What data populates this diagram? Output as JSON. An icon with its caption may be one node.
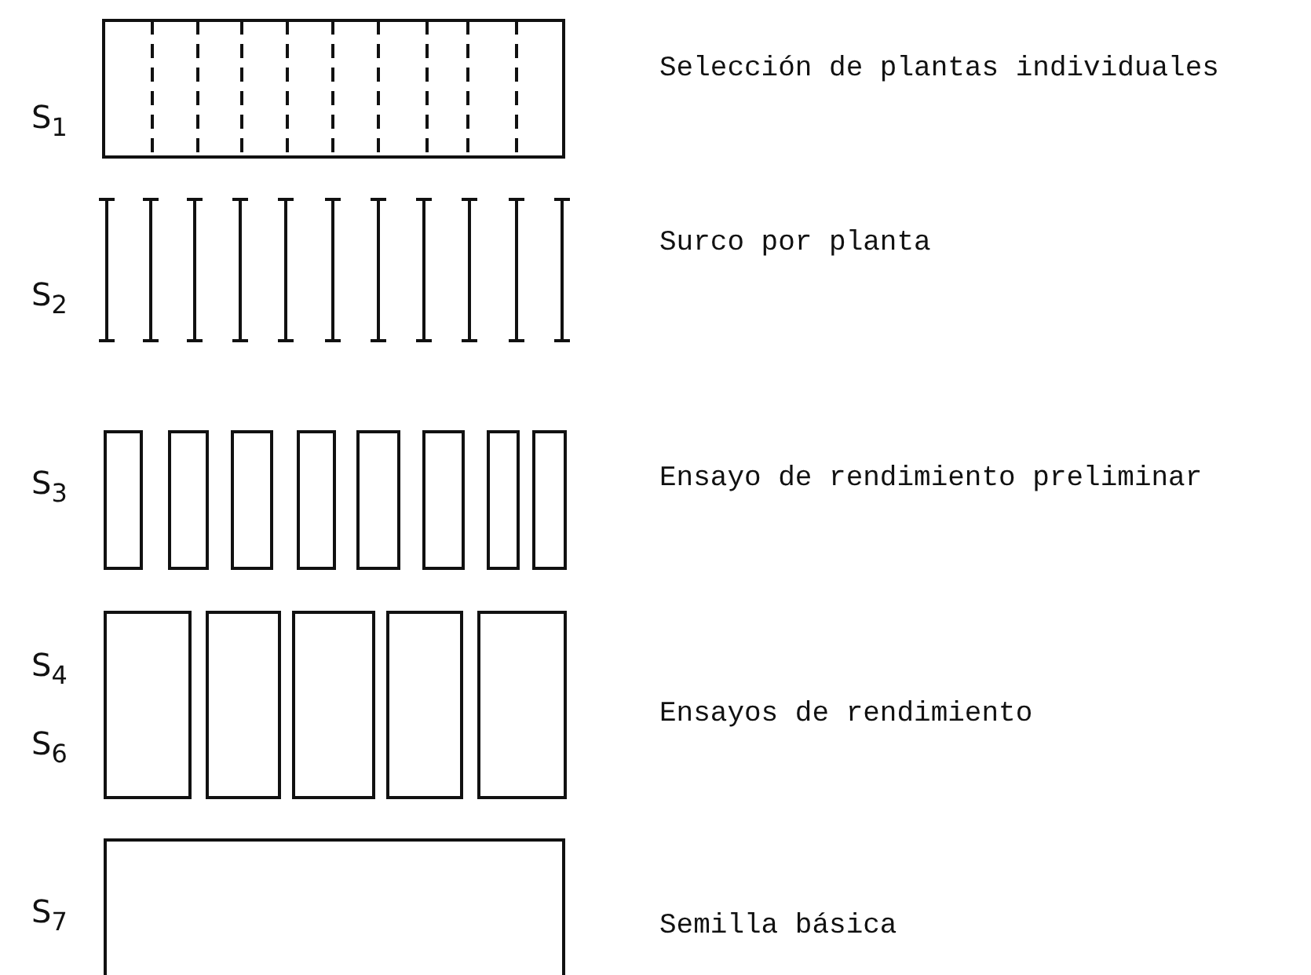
{
  "diagram": {
    "labels": [
      "S$_{1}$",
      "Selección de plantas individuales",
      "S$_{2}$",
      "Surco por planta",
      "S$_{3}$",
      "Ensayo de rendimiento preliminar",
      "S$_{4}$",
      "S$_{6}$",
      "Ensayos de rendimiento",
      "S$_{7}$",
      "Semilla básica"
    ]
  }
}
